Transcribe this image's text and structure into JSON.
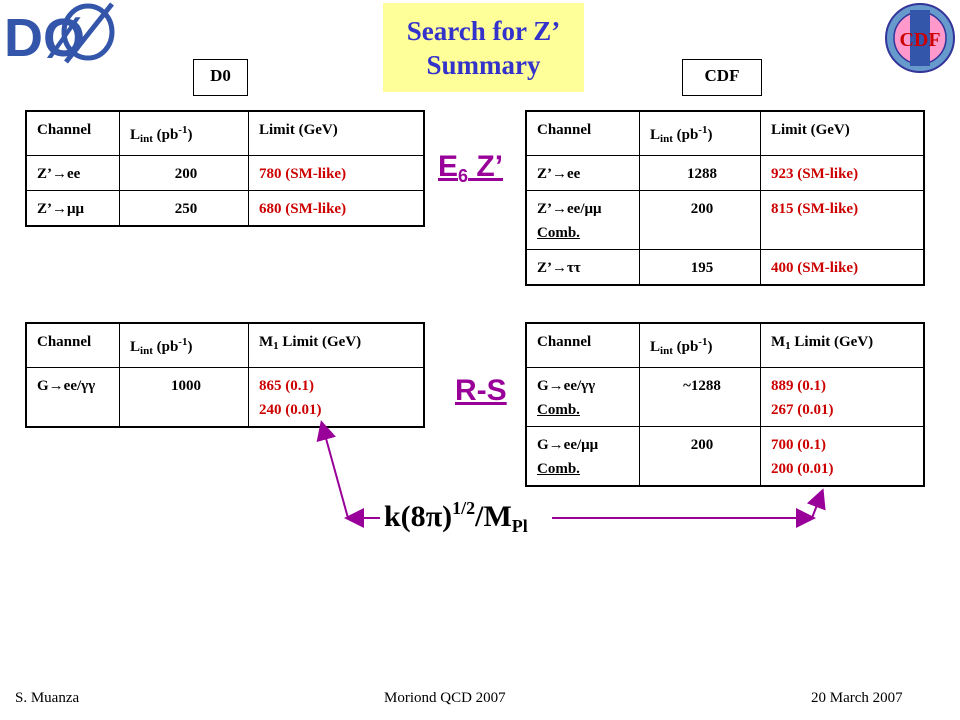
{
  "title": {
    "line1": "Search for Z’",
    "line2": "Summary"
  },
  "logos": {
    "left": "DØ",
    "right": "CDF"
  },
  "tags": {
    "left": "D0",
    "right": "CDF"
  },
  "labels": {
    "e6_base": "E",
    "e6_sub": "6",
    "e6_rest": " Z’",
    "rs": "R-S"
  },
  "headers": {
    "channel": "Channel",
    "lint_base": "L",
    "lint_sub": "int",
    "lint_unit": " (pb",
    "lint_exp": "-1",
    "lint_close": ")",
    "limit": "Limit (GeV)",
    "m1_base": "M",
    "m1_sub": "1",
    "m1_rest": " Limit (GeV)"
  },
  "d0_zprime": [
    {
      "prefix": "Z’",
      "arrow": "→",
      "final": "ee",
      "lumi": "200",
      "limit": "780 (SM-like)"
    },
    {
      "prefix": "Z’",
      "arrow": "→",
      "final": "μμ",
      "lumi": "250",
      "limit": "680 (SM-like)"
    }
  ],
  "cdf_zprime": [
    {
      "prefix": "Z’",
      "arrow": "→",
      "final": "ee",
      "extra": "",
      "lumi": "1288",
      "limit": "923 (SM-like)"
    },
    {
      "prefix": "Z’",
      "arrow": "→",
      "final": "ee/μμ",
      "extra": "Comb.",
      "lumi": "200",
      "limit": "815 (SM-like)"
    },
    {
      "prefix": "Z’",
      "arrow": "→",
      "final": "ττ",
      "extra": "",
      "lumi": "195",
      "limit": "400 (SM-like)"
    }
  ],
  "d0_rs": [
    {
      "prefix": "G",
      "arrow": "→",
      "final": "ee/γγ",
      "lumi": "1000",
      "limit1": "865 (0.1)",
      "limit2": "240 (0.01)"
    }
  ],
  "cdf_rs": [
    {
      "prefix": "G",
      "arrow": "→",
      "final": "ee/γγ",
      "extra": "Comb.",
      "lumi": "~1288",
      "limit1": "889 (0.1)",
      "limit2": "267 (0.01)"
    },
    {
      "prefix": "G",
      "arrow": "→",
      "final": "ee/μμ",
      "extra": "Comb.",
      "lumi": "200",
      "limit1": "700 (0.1)",
      "limit2": "200 (0.01)"
    }
  ],
  "formula": {
    "k": "k(8",
    "pi": "π",
    "close": ")",
    "exp": "1/2",
    "div": "/M",
    "pl": "Pl"
  },
  "footer": {
    "author": "S. Muanza",
    "conference": "Moriond QCD 2007",
    "date": "20 March 2007"
  },
  "colors": {
    "title": "#3333cc",
    "title_bg": "#ffff99",
    "limits": "#cc0000",
    "labels": "#990099",
    "arrows": "#990099"
  }
}
